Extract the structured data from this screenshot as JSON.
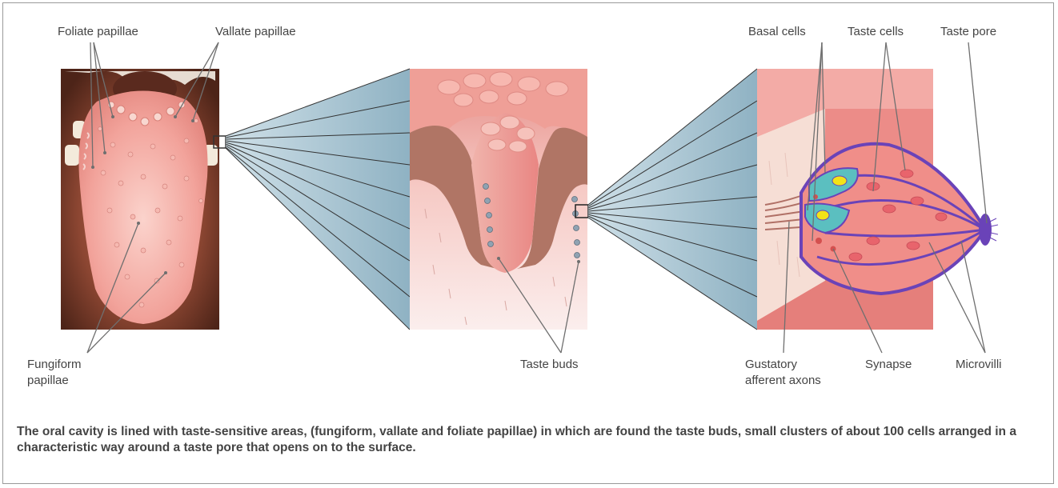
{
  "figure": {
    "labels": {
      "foliate_papillae": "Foliate papillae",
      "vallate_papillae": "Vallate papillae",
      "fungiform_line1": "Fungiform",
      "fungiform_line2": "papillae",
      "taste_buds": "Taste buds",
      "basal_cells": "Basal cells",
      "taste_cells": "Taste cells",
      "taste_pore": "Taste pore",
      "gustatory_line1": "Gustatory",
      "gustatory_line2": "afferent axons",
      "synapse": "Synapse",
      "microvilli": "Microvilli"
    },
    "caption": "The oral cavity is lined with taste-sensitive areas, (fungiform, vallate and foliate papillae) in which are found the taste buds, small clusters of about 100 cells arranged in a characteristic way around a taste pore that opens on to the surface."
  },
  "colors": {
    "mouth_dark": "#6e3a2a",
    "tongue": "#f2a8a0",
    "tissue_pink": "#e98a86",
    "connector_fill": "#a9c6d3",
    "taste_bud_cell_teal": "#5bbfc0",
    "nucleus_yellow": "#f2e318",
    "cell_outline_purple": "#6a43b8",
    "pointer_gray": "#6f6f6f"
  }
}
